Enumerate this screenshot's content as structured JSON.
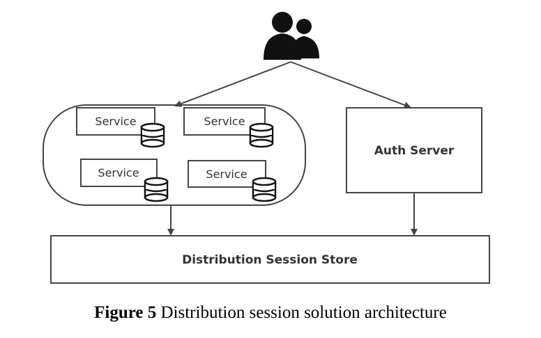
{
  "users": {
    "icon": "users-icon"
  },
  "cluster": {
    "services": [
      {
        "label": "Service"
      },
      {
        "label": "Service"
      },
      {
        "label": "Service"
      },
      {
        "label": "Service"
      }
    ],
    "db_icon": "database-icon"
  },
  "auth_server": {
    "label": "Auth Server"
  },
  "session_store": {
    "label": "Distribution Session Store"
  },
  "caption": {
    "figure_label": "Figure 5",
    "text": "Distribution session solution architecture"
  }
}
